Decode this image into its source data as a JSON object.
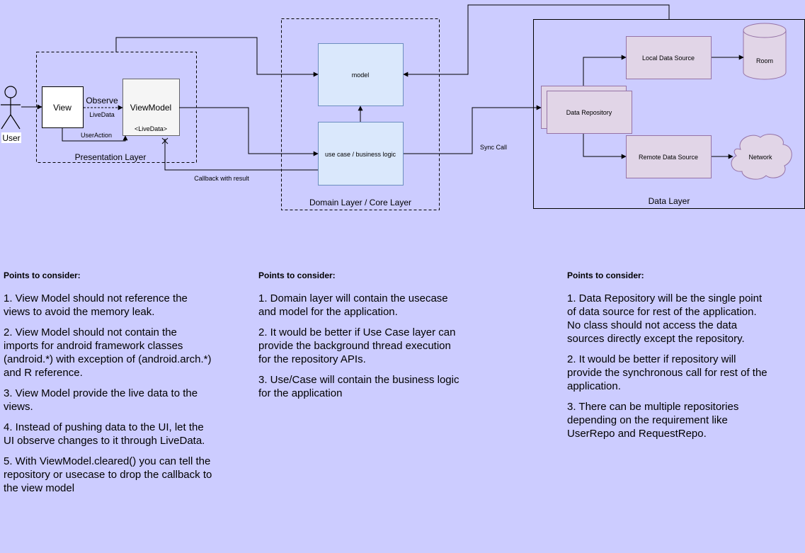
{
  "diagram": {
    "actor": "User",
    "view": "View",
    "viewmodel": "ViewModel",
    "viewmodel_sub": "<LiveData>",
    "observe": "Observe",
    "livedata": "LiveData",
    "useraction": "UserAction",
    "presentation_layer": "Presentation Layer",
    "model": "model",
    "usecase": "use case / business logic",
    "callback": "Callback with result",
    "domain_layer": "Domain Layer / Core Layer",
    "sync_call": "Sync Call",
    "data_repository": "Data Repository",
    "local_source": "Local Data Source",
    "remote_source": "Remote Data Source",
    "room": "Room",
    "network": "Network",
    "data_layer": "Data Layer"
  },
  "notes": [
    {
      "heading": "Points to consider:",
      "items": [
        "1. View Model should not reference the views to avoid the memory leak.",
        "2. View Model should not contain the imports for android framework classes (android.*) with exception of (android.arch.*) and R reference.",
        "3. View Model provide the live data to the views.",
        "4. Instead of pushing data to the UI, let the UI observe changes to it through LiveData.",
        "5. With ViewModel.cleared() you can tell the repository or usecase to drop the callback to the view model"
      ]
    },
    {
      "heading": "Points to consider:",
      "items": [
        "1. Domain layer will contain the usecase and model for the application.",
        "2. It would be better if Use Case layer can provide the background thread execution for the repository APIs.",
        "3. Use/Case will contain the business logic for the application"
      ]
    },
    {
      "heading": "Points to consider:",
      "items": [
        "1. Data Repository will be the single point of data source for rest of the application. No class should not access the data sources directly except the repository.",
        "2. It would be better if repository will provide the synchronous call for rest of the application.",
        "3. There can be multiple repositories depending on the requirement like UserRepo and RequestRepo."
      ]
    }
  ]
}
